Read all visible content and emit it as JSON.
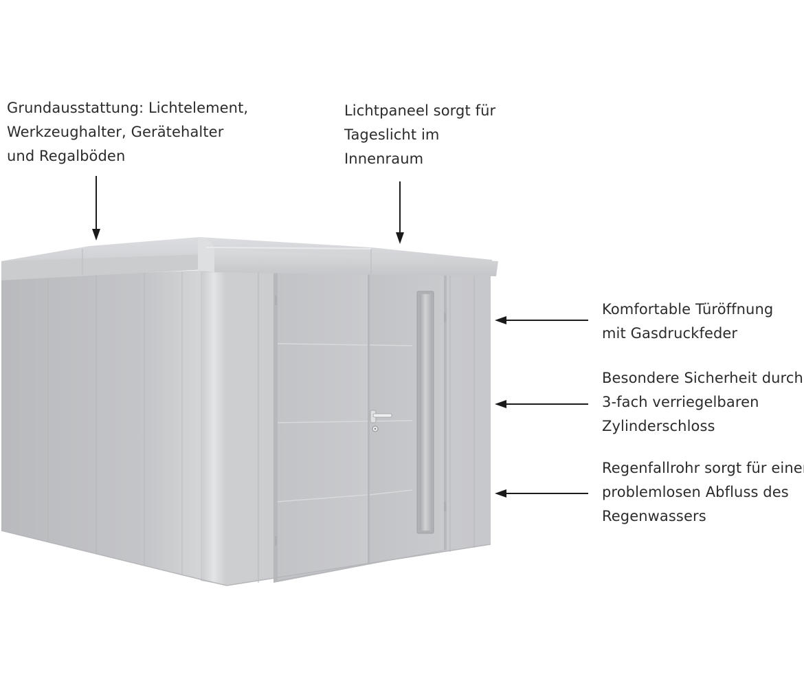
{
  "callouts": {
    "equipment": {
      "lines": [
        "Grundausstattung: Lichtelement,",
        "Werkzeughalter, Gerätehalter",
        "und Regalböden"
      ]
    },
    "light_panel": {
      "lines": [
        "Lichtpaneel sorgt für",
        "Tageslicht im",
        "Innenraum"
      ]
    },
    "door_opening": {
      "lines": [
        "Komfortable Türöffnung",
        "mit Gasdruckfeder"
      ]
    },
    "security": {
      "lines": [
        "Besondere Sicherheit durch",
        "3-fach verriegelbaren",
        "Zylinderschloss"
      ]
    },
    "downpipe": {
      "lines": [
        "Regenfallrohr sorgt für einen",
        "problemlosen Abfluss des",
        "Regenwassers"
      ]
    }
  },
  "colors": {
    "text": "#2b2b2b",
    "arrow": "#1a1a1a",
    "shed_front": "#c9cacc",
    "shed_side": "#bdbec1",
    "roof": "#d4d5d7"
  }
}
